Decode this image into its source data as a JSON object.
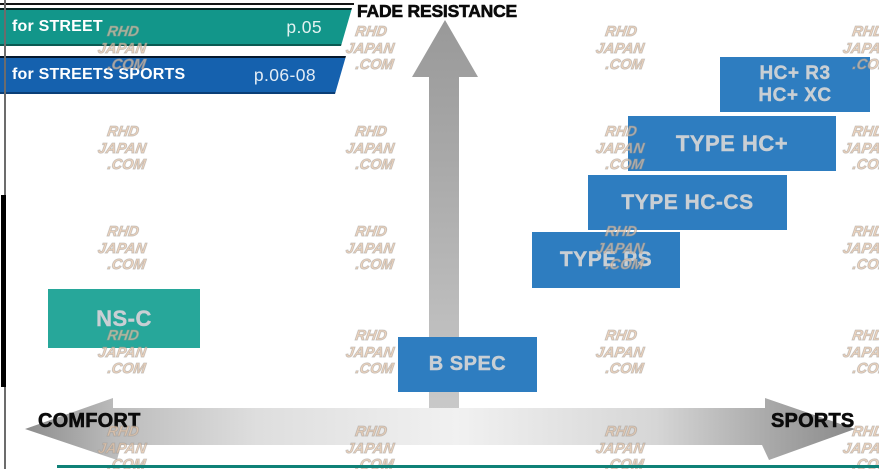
{
  "banners": [
    {
      "label": "for STREET",
      "page": "p.05",
      "color": "#12968a"
    },
    {
      "label": "for STREETS SPORTS",
      "page": "p.06-08",
      "color": "#1561ae"
    }
  ],
  "axis": {
    "vertical": "FADE RESISTANCE",
    "left": "COMFORT",
    "right": "SPORTS"
  },
  "products": [
    {
      "name": "NS-C",
      "color": "#27a79a"
    },
    {
      "name": "B SPEC",
      "color": "#2e7dc0"
    },
    {
      "name": "TYPE PS",
      "color": "#2e7dc0"
    },
    {
      "name": "TYPE HC-CS",
      "color": "#2e7dc0"
    },
    {
      "name": "TYPE HC+",
      "color": "#2e7dc0"
    },
    {
      "lines": [
        "HC+ R3",
        "HC+ XC"
      ],
      "color": "#2e7dc0"
    }
  ],
  "watermark": {
    "lines": [
      "RHD",
      "JAPAN",
      ".COM"
    ]
  },
  "colors": {
    "banner_teal": "#12968a",
    "banner_blue": "#1561ae",
    "box_blue": "#2e7dc0",
    "box_teal": "#27a79a",
    "box_text": "#c9cfd4",
    "arrow_gray": "#a8a8a8",
    "axis_text": "#0b0b0b",
    "bottom_rule_teal": "#0f8177"
  }
}
